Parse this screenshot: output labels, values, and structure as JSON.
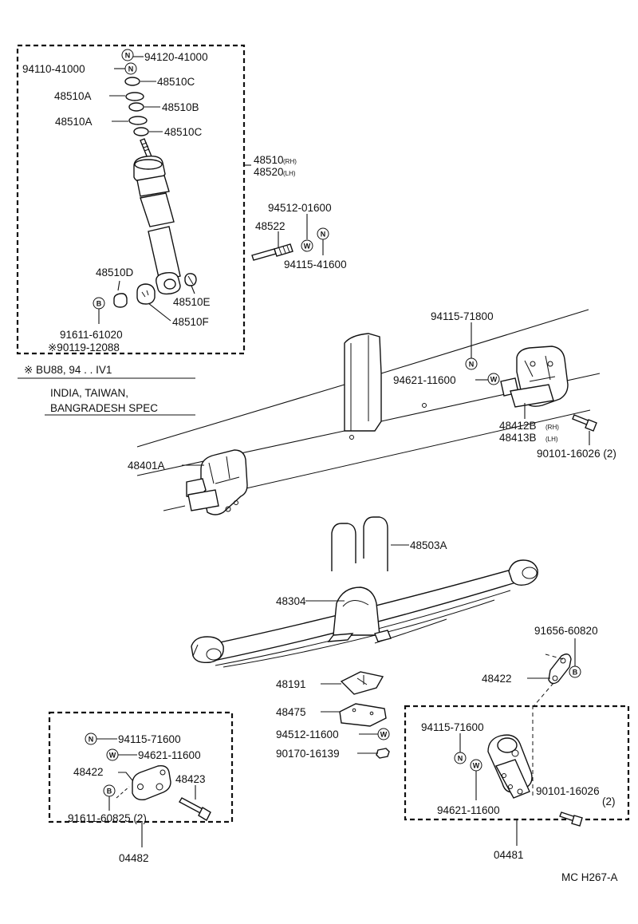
{
  "labels": {
    "p94120_41000": "94120-41000",
    "p94110_41000": "94110-41000",
    "p48510C_1": "48510C",
    "p48510A_1": "48510A",
    "p48510B": "48510B",
    "p48510A_2": "48510A",
    "p48510C_2": "48510C",
    "p48510": "48510",
    "p48520": "48520",
    "rh": "(RH)",
    "lh": "(LH)",
    "p94512_01600": "94512-01600",
    "p48522": "48522",
    "p94115_41600": "94115-41600",
    "p48510D": "48510D",
    "p48510E": "48510E",
    "p48510F": "48510F",
    "p91611_61020": "91611-61020",
    "p90119_12088": "※90119-12088",
    "p94115_71800": "94115-71800",
    "p94621_11600_top": "94621-11600",
    "p48412B": "48412B",
    "p48413B": "48413B",
    "p90101_16026_top": "90101-16026 (2)",
    "p48401A": "48401A",
    "p48503A": "48503A",
    "p48304": "48304",
    "p91656_60820": "91656-60820",
    "p48422_right": "48422",
    "p48191": "48191",
    "p48475": "48475",
    "p94512_11600": "94512-11600",
    "p90170_16139": "90170-16139",
    "p94115_71600_left": "94115-71600",
    "p94621_11600_left": "94621-11600",
    "p48422_left": "48422",
    "p48423": "48423",
    "p91611_60825": "91611-60825 (2)",
    "p04482": "04482",
    "p94115_71600_right": "94115-71600",
    "p94621_11600_right": "94621-11600",
    "p90101_16026_right": "90101-16026",
    "qty2": "(2)",
    "p04481": "04481",
    "ref": "MC H267-A"
  },
  "notes": {
    "applicability": "※  BU88, 94 . . IV1",
    "spec_line1": "INDIA, TAIWAN,",
    "spec_line2": "BANGRADESH SPEC"
  },
  "symbols": {
    "n": "N",
    "w": "W",
    "b": "B"
  }
}
